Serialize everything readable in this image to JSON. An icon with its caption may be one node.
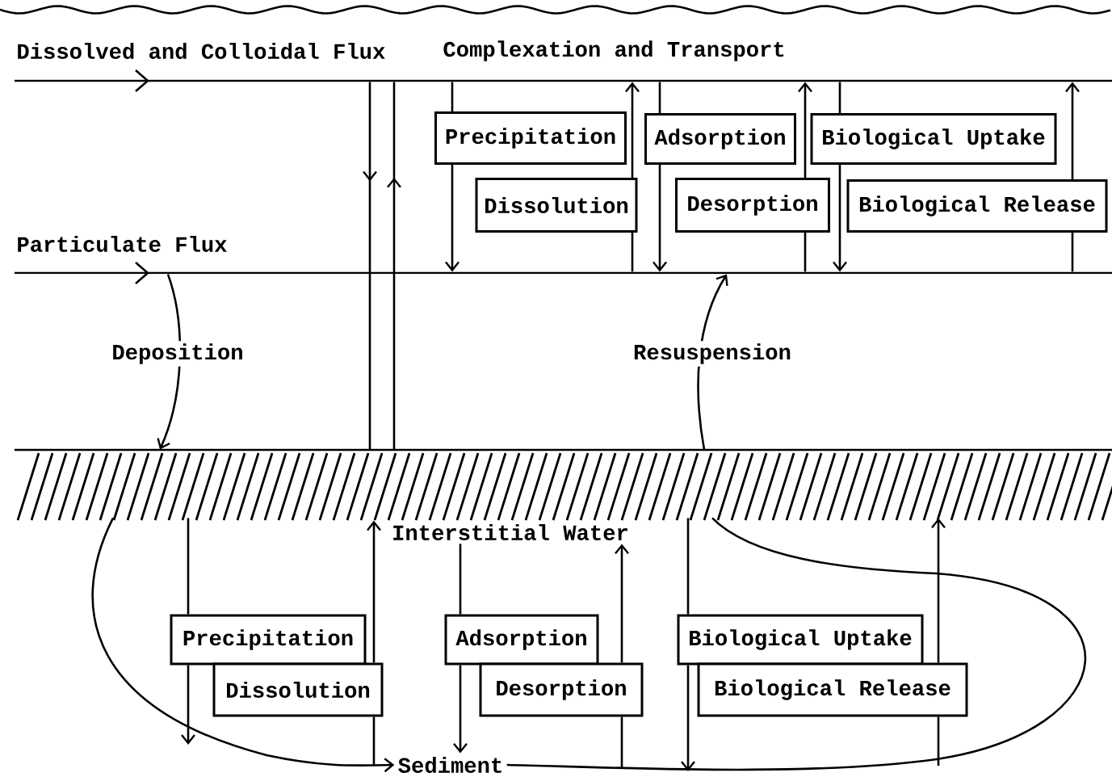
{
  "diagram": {
    "nodes": [
      {
        "text": [
          "Dissolved and Colloidal Flux",
          "Complexation and Transport"
        ]
      },
      {
        "text": [
          "Precipitation"
        ]
      },
      {
        "text": [
          "Dissolution"
        ]
      },
      {
        "text": [
          "Adsorption"
        ]
      },
      {
        "text": [
          "Desorption"
        ]
      },
      {
        "text": [
          "Biological Uptake"
        ]
      },
      {
        "text": [
          "Biological Release"
        ]
      },
      {
        "text": [
          "Particulate Flux"
        ]
      },
      {
        "text": [],
        "shape": "band"
      },
      {
        "text": [
          "Interstitial Water"
        ]
      },
      {
        "text": [
          "Precipitation"
        ]
      },
      {
        "text": [
          "Dissolution"
        ]
      },
      {
        "text": [
          "Adsorption"
        ]
      },
      {
        "text": [
          "Desorption"
        ]
      },
      {
        "text": [
          "Biological Uptake"
        ]
      },
      {
        "text": [
          "Biological Release"
        ]
      },
      {
        "text": [
          "Sediment"
        ]
      }
    ],
    "edges": [
      {
        "from": 0,
        "to": 1,
        "arrow": "none"
      },
      {
        "from": 1,
        "to": 7,
        "arrow": "to"
      },
      {
        "from": 7,
        "to": 2,
        "arrow": "none"
      },
      {
        "from": 2,
        "to": 0,
        "arrow": "to"
      },
      {
        "from": 0,
        "to": 3,
        "arrow": "none"
      },
      {
        "from": 3,
        "to": 7,
        "arrow": "to"
      },
      {
        "from": 7,
        "to": 4,
        "arrow": "none"
      },
      {
        "from": 4,
        "to": 0,
        "arrow": "to"
      },
      {
        "from": 0,
        "to": 5,
        "arrow": "none"
      },
      {
        "from": 5,
        "to": 7,
        "arrow": "to"
      },
      {
        "from": 7,
        "to": 6,
        "arrow": "none"
      },
      {
        "from": 6,
        "to": 0,
        "arrow": "to"
      },
      {
        "from": 0,
        "to": 8,
        "arrow": "to"
      },
      {
        "from": 8,
        "to": 0,
        "arrow": "to"
      },
      {
        "from": 7,
        "to": 8,
        "arrow": "to",
        "label": "Deposition"
      },
      {
        "from": 8,
        "to": 7,
        "arrow": "to",
        "label": "Resuspension"
      },
      {
        "from": 8,
        "to": 10,
        "arrow": "none"
      },
      {
        "from": 10,
        "to": null,
        "arrow": "to"
      },
      {
        "from": 16,
        "to": 11,
        "arrow": "none"
      },
      {
        "from": 11,
        "to": 9,
        "arrow": "to"
      },
      {
        "from": 9,
        "to": 12,
        "arrow": "none"
      },
      {
        "from": 12,
        "to": 16,
        "arrow": "to"
      },
      {
        "from": null,
        "to": 13,
        "arrow": "none"
      },
      {
        "from": 13,
        "to": 9,
        "arrow": "to"
      },
      {
        "from": 8,
        "to": 14,
        "arrow": "none"
      },
      {
        "from": 14,
        "to": null,
        "arrow": "to"
      },
      {
        "from": null,
        "to": 15,
        "arrow": "none"
      },
      {
        "from": 15,
        "to": 8,
        "arrow": "to"
      },
      {
        "from": 8,
        "to": 16,
        "arrow": "to"
      },
      {
        "from": 8,
        "to": 16,
        "arrow": "none"
      }
    ]
  }
}
